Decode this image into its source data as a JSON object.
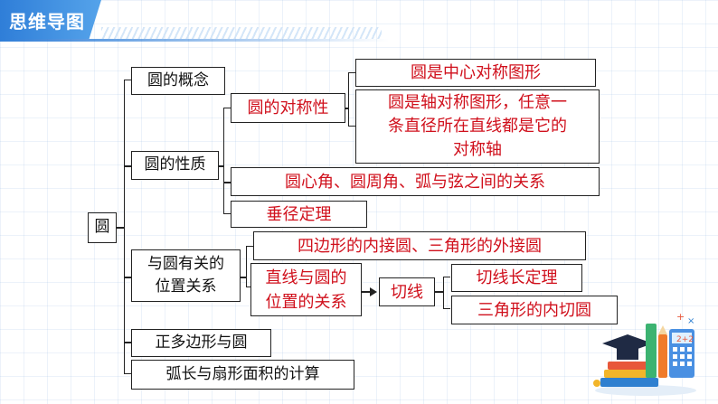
{
  "header": {
    "title": "思维导图"
  },
  "root": {
    "label": "圆"
  },
  "branches": {
    "concept": "圆的概念",
    "properties": "圆的性质",
    "related": "与圆有关的\n位置关系",
    "polygon": "正多边形与圆",
    "arc": "弧长与扇形面积的计算"
  },
  "properties": {
    "symmetry": "圆的对称性",
    "symmetry_items": [
      "圆是中心对称图形",
      "圆是轴对称图形，任意一\n条直径所在直线都是它的\n对称轴"
    ],
    "relation": "圆心角、圆周角、弧与弦之间的关系",
    "perpendicular": "垂径定理"
  },
  "related": {
    "inscribed": "四边形的内接圆、三角形的外接圆",
    "line_circle": "直线与圆的\n位置的关系",
    "tangent": "切线",
    "tangent_items": [
      "切线长定理",
      "三角形的内切圆"
    ]
  },
  "colors": {
    "accent": "#2f7ed8",
    "red_text": "#d0101c",
    "border": "#222222"
  }
}
